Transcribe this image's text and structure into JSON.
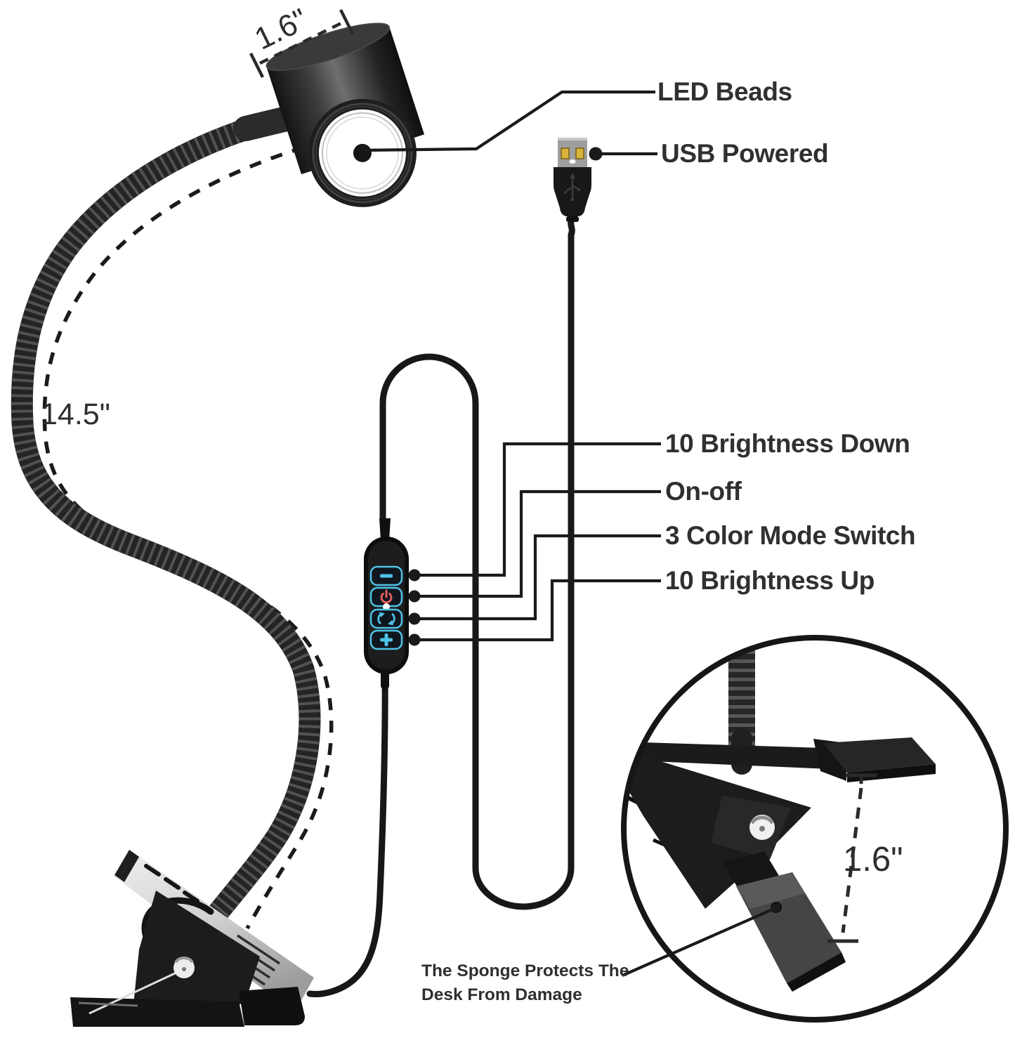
{
  "title": "Clip-on LED desk lamp feature diagram",
  "colors": {
    "background": "#ffffff",
    "line": "#1a1a1a",
    "text": "#303030",
    "accent_cyan": "#4fc3e8",
    "accent_red": "#e25d5d",
    "usb_contact_gold": "#d8b43c",
    "usb_shell_gray": "#9e9e9e"
  },
  "dimensions": {
    "head_diameter": "1.6\"",
    "gooseneck_length": "14.5\"",
    "clip_opening": "1.6\""
  },
  "callouts": {
    "led": "LED Beads",
    "usb": "USB Powered",
    "brightness_down": "10 Brightness Down",
    "power": "On-off",
    "color_mode": "3 Color Mode Switch",
    "brightness_up": "10 Brightness Up"
  },
  "note": {
    "line1": "The Sponge Protects The",
    "line2": "Desk From Damage"
  },
  "controller_buttons": [
    {
      "id": "brightness-down",
      "icon": "minus-icon"
    },
    {
      "id": "power",
      "icon": "power-icon"
    },
    {
      "id": "color-mode",
      "icon": "cycle-arrows-icon"
    },
    {
      "id": "brightness-up",
      "icon": "plus-icon"
    }
  ]
}
